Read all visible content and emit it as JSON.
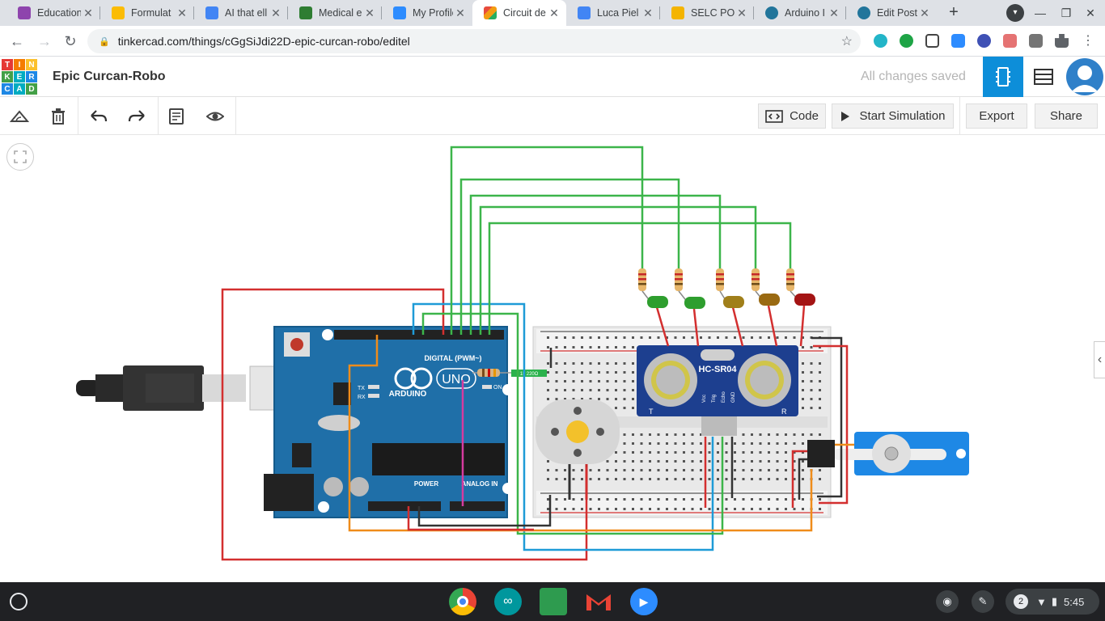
{
  "browser": {
    "tabs": [
      {
        "title": "Education",
        "icon_color": "#8e44ad"
      },
      {
        "title": "Formulat",
        "icon_color": "#4285f4"
      },
      {
        "title": "AI that ell",
        "icon_color": "#4285f4"
      },
      {
        "title": "Medical e",
        "icon_color": "#2e7d32"
      },
      {
        "title": "My Profile",
        "icon_color": "#2d8cff"
      },
      {
        "title": "Circuit de",
        "icon_color": "#e74c3c"
      },
      {
        "title": "Luca Piel",
        "icon_color": "#4285f4"
      },
      {
        "title": "SELC PO",
        "icon_color": "#f4b400"
      },
      {
        "title": "Arduino I",
        "icon_color": "#21759b"
      },
      {
        "title": "Edit Post",
        "icon_color": "#21759b"
      }
    ],
    "active_tab": 5,
    "url": "tinkercad.com/things/cGgSiJdi22D-epic-curcan-robo/editel"
  },
  "tinkercad": {
    "logo_letters": [
      "T",
      "I",
      "N",
      "K",
      "E",
      "R",
      "C",
      "A",
      "D"
    ],
    "project_title": "Epic Curcan-Robo",
    "save_status": "All changes saved",
    "code_label": "Code",
    "simulate_label": "Start Simulation",
    "export_label": "Export",
    "share_label": "Share"
  },
  "circuit": {
    "arduino_brand": "ARDUINO",
    "arduino_model": "UNO",
    "digital_label": "DIGITAL (PWM~)",
    "power_label": "POWER",
    "analog_label": "ANALOG IN",
    "tx_label": "TX",
    "rx_label": "RX",
    "on_label": "ON",
    "sensor_label": "HC-SR04",
    "sensor_pins": [
      "Vcc",
      "Trig",
      "Echo",
      "GND"
    ],
    "sensor_t": "T",
    "sensor_r": "R",
    "led_colors": [
      "#2e9e2e",
      "#2e9e2e",
      "#a07f1a",
      "#9a6a12",
      "#a41414"
    ],
    "resistor_small_label": "1k 220Ω"
  },
  "shelf": {
    "time": "5:45",
    "notification_count": "2"
  }
}
